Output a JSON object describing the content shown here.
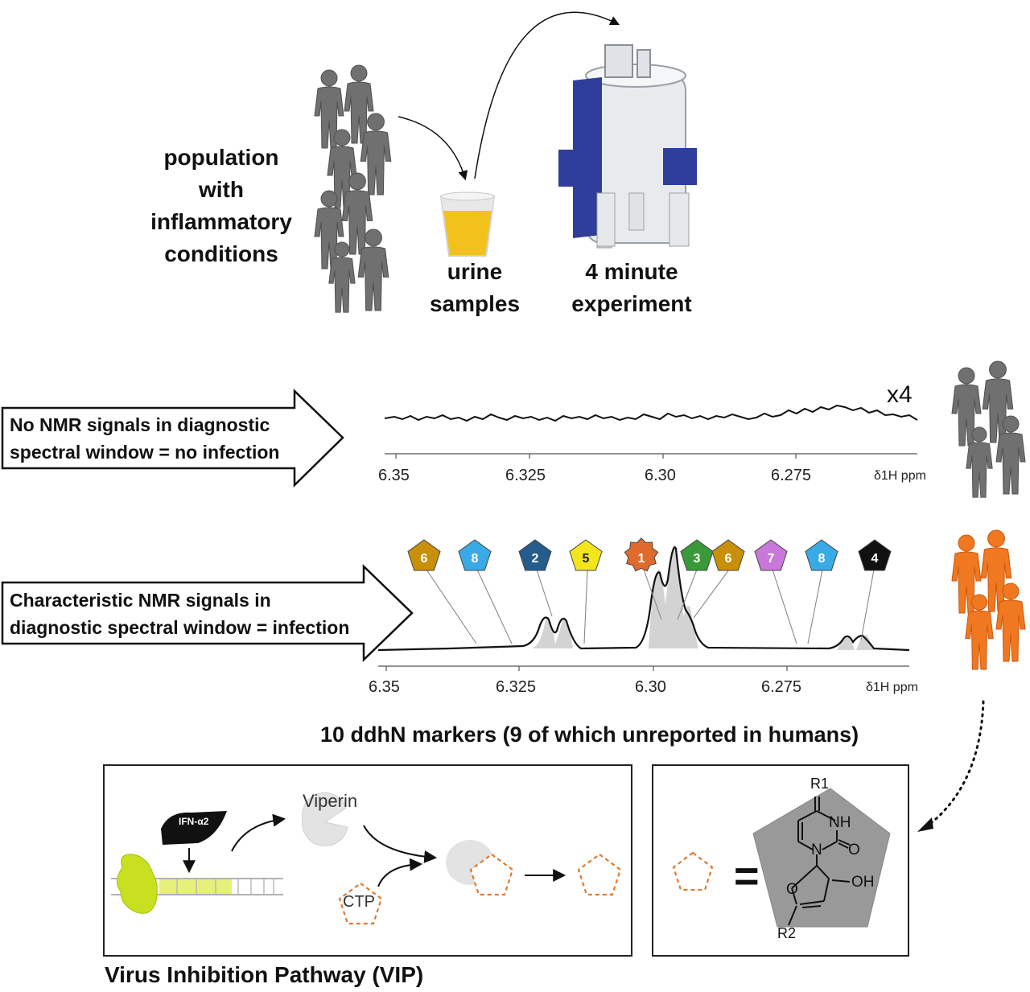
{
  "workflow": {
    "population_label": [
      "population",
      "with",
      "inflammatory",
      "conditions"
    ],
    "urine_label": [
      "urine",
      "samples"
    ],
    "experiment_label": [
      "4 minute",
      "experiment"
    ]
  },
  "no_infection": {
    "arrow_text": [
      "No NMR signals in diagnostic",
      "spectral window = no infection"
    ],
    "scale": "x4",
    "ticks": [
      "6.35",
      "6.325",
      "6.30",
      "6.275"
    ],
    "unit": "δ1H ppm"
  },
  "infection": {
    "arrow_text": [
      "Characteristic NMR signals in",
      "diagnostic spectral window = infection"
    ],
    "ticks": [
      "6.35",
      "6.325",
      "6.30",
      "6.275"
    ],
    "unit": "δ1H ppm",
    "markers": [
      {
        "label": "6",
        "color": "#c8900a",
        "shape": "pentagon"
      },
      {
        "label": "8",
        "color": "#3aaae6",
        "shape": "pentagon"
      },
      {
        "label": "2",
        "color": "#245c8c",
        "shape": "pentagon"
      },
      {
        "label": "5",
        "color": "#f2e51c",
        "shape": "pentagon"
      },
      {
        "label": "1",
        "color": "#e06a2c",
        "shape": "star"
      },
      {
        "label": "3",
        "color": "#3a9a3a",
        "shape": "pentagon"
      },
      {
        "label": "6",
        "color": "#c8900a",
        "shape": "pentagon"
      },
      {
        "label": "7",
        "color": "#c878d8",
        "shape": "pentagon"
      },
      {
        "label": "8",
        "color": "#3aaae6",
        "shape": "pentagon"
      },
      {
        "label": "4",
        "color": "#111111",
        "shape": "pentagon"
      }
    ]
  },
  "markers_caption": "10 ddhN markers (9 of which unreported in humans)",
  "vip": {
    "ifn_label": "IFN-α2",
    "viperin_label": "Viperin",
    "ctp_label": "CTP",
    "title": "Virus Inhibition Pathway (VIP)"
  },
  "structure": {
    "equals": "=",
    "r1": "R1",
    "r2": "R2",
    "nh": "NH",
    "n": "N",
    "o1": "O",
    "o2": "O",
    "oh": "OH"
  },
  "colors": {
    "person_gray": "#707070",
    "person_orange": "#f07820",
    "ddhn_outline": "#e07a30",
    "magnet_blue": "#2e3e9a",
    "urine": "#f2c21a",
    "peak_fill": "#cfcfcf"
  },
  "icons": [
    "person-icon",
    "urine-cup-icon",
    "nmr-spectrometer-icon",
    "pentagon-marker-icon"
  ]
}
